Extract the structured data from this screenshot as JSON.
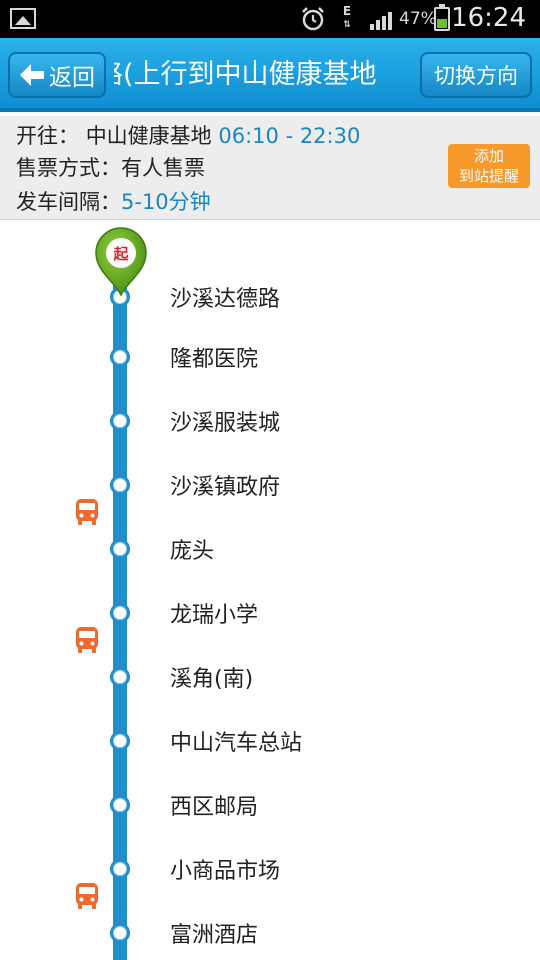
{
  "status_bar": {
    "network": "E",
    "battery_percent": "47%",
    "battery_level": 0.47,
    "time": "16:24"
  },
  "header": {
    "back_label": "返回",
    "title": "路(上行到中山健康基地",
    "switch_label": "切换方向"
  },
  "info": {
    "destination_label": "开往：",
    "destination": "中山健康基地",
    "hours": "06:10 - 22:30",
    "ticket_label": "售票方式：",
    "ticket_value": "有人售票",
    "interval_label": "发车间隔：",
    "interval_value": "5-10分钟",
    "alert_line1": "添加",
    "alert_line2": "到站提醒"
  },
  "start_badge": "起",
  "stops": [
    {
      "name": "沙溪达德路"
    },
    {
      "name": "隆都医院"
    },
    {
      "name": "沙溪服装城"
    },
    {
      "name": "沙溪镇政府"
    },
    {
      "name": "庞头"
    },
    {
      "name": "龙瑞小学"
    },
    {
      "name": "溪角(南)"
    },
    {
      "name": "中山汽车总站"
    },
    {
      "name": "西区邮局"
    },
    {
      "name": "小商品市场"
    },
    {
      "name": "富洲酒店"
    }
  ],
  "colors": {
    "header_blue": "#1a9ddf",
    "line_blue": "#1f8fcb",
    "bus_orange": "#ee6a2c",
    "alert_orange": "#f79a2b",
    "pin_green": "#5a9e1c"
  }
}
